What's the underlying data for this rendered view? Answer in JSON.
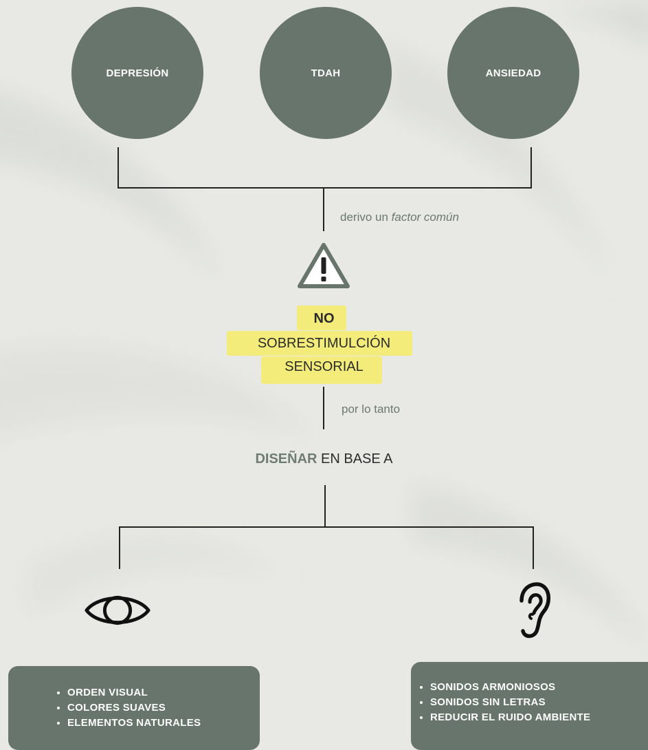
{
  "circles": [
    {
      "label": "DEPRESIÓN"
    },
    {
      "label": "TDAH"
    },
    {
      "label": "ANSIEDAD"
    }
  ],
  "notes": {
    "derive_prefix": "derivo un ",
    "derive_italic": "factor común",
    "therefore": "por lo tanto"
  },
  "warning": {
    "icon": "warning-triangle-icon",
    "no": "NO",
    "line1": "SOBRESTIMULCIÓN",
    "line2": "SENSORIAL",
    "highlight_color": "#f3ec72"
  },
  "design": {
    "bold": "DISEÑAR",
    "rest": " EN BASE A"
  },
  "branches": {
    "visual": {
      "icon": "eye-icon",
      "items": [
        "ORDEN VISUAL",
        "COLORES SUAVES",
        "ELEMENTOS NATURALES"
      ]
    },
    "audio": {
      "icon": "ear-icon",
      "items": [
        "SONIDOS ARMONIOSOS",
        "SONIDOS SIN LETRAS",
        "REDUCIR EL RUIDO AMBIENTE"
      ]
    }
  },
  "colors": {
    "accent": "#67756c",
    "background": "#e9eae6"
  }
}
